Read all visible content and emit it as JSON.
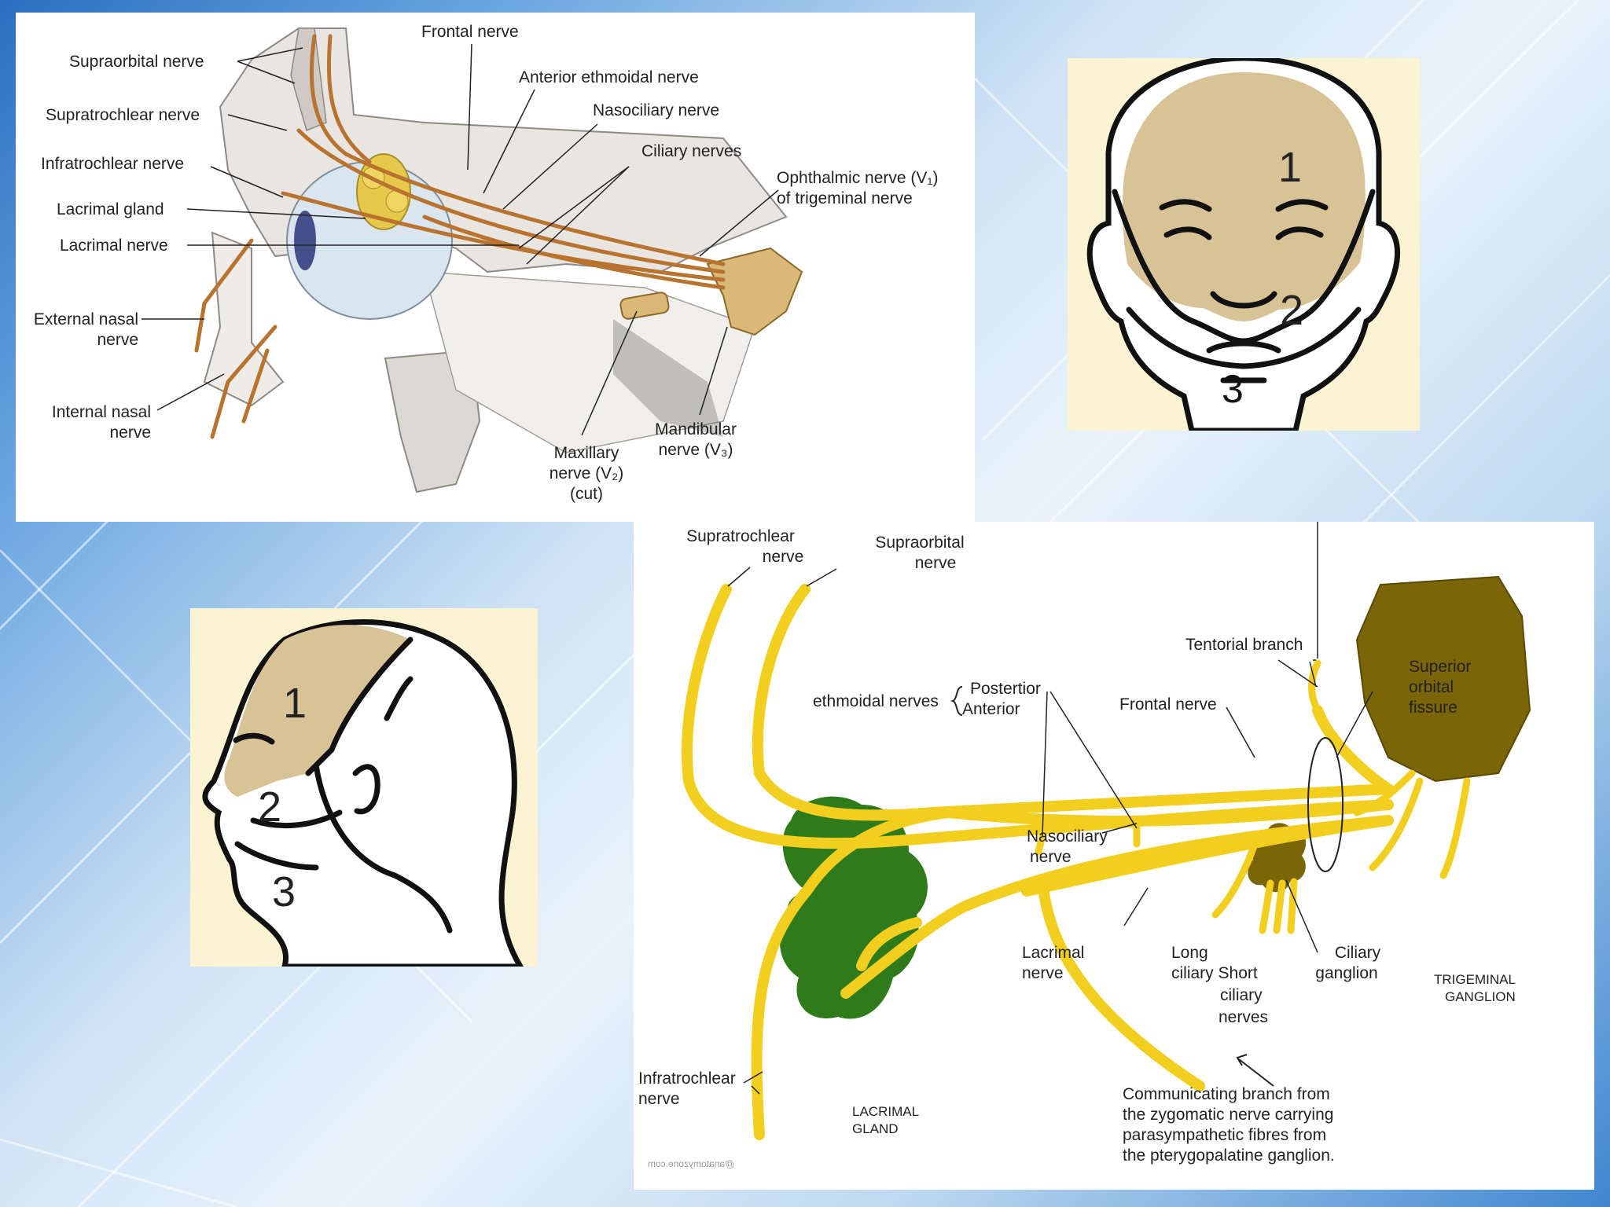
{
  "panel_orbit": {
    "labels": {
      "frontal": "Frontal nerve",
      "supraorbital": "Supraorbital nerve",
      "anterior_ethmoidal": "Anterior ethmoidal nerve",
      "nasociliary": "Nasociliary nerve",
      "supratrochlear": "Supratrochlear nerve",
      "ciliary": "Ciliary nerves",
      "infratrochlear": "Infratrochlear nerve",
      "ophthalmic_l1": "Ophthalmic nerve (V₁)",
      "ophthalmic_l2": "of trigeminal nerve",
      "lacrimal_gland": "Lacrimal gland",
      "lacrimal_nerve": "Lacrimal nerve",
      "external_nasal_l1": "External nasal",
      "external_nasal_l2": "nerve",
      "internal_nasal_l1": "Internal nasal",
      "internal_nasal_l2": "nerve",
      "mandibular_l1": "Mandibular",
      "mandibular_l2": "nerve (V₃)",
      "maxillary_l1": "Maxillary",
      "maxillary_l2": "nerve (V₂)",
      "maxillary_l3": "(cut)"
    }
  },
  "panel_face": {
    "n1": "1",
    "n2": "2",
    "n3": "3"
  },
  "panel_profile": {
    "n1": "1",
    "n2": "2",
    "n3": "3"
  },
  "panel_schematic": {
    "labels": {
      "supratrochlear_l1": "Supratrochlear",
      "supratrochlear_l2": "nerve",
      "supraorbital_l1": "Supraorbital",
      "supraorbital_l2": "nerve",
      "tentorial": "Tentorial branch",
      "superior_orbital_l1": "Superior",
      "superior_orbital_l2": "orbital",
      "superior_orbital_l3": "fissure",
      "ethmoidal": "ethmoidal nerves",
      "posterior": "Postertior",
      "anterior": "Anterior",
      "frontal": "Frontal nerve",
      "nasociliary_l1": "Nasociliary",
      "nasociliary_l2": "nerve",
      "lacrimal_nerve_l1": "Lacrimal",
      "lacrimal_nerve_l2": "nerve",
      "long_ciliary_l1": "Long",
      "long_ciliary_l2": "ciliary Short",
      "short_ciliary_l1": "ciliary",
      "short_ciliary_l2": "nerves",
      "ciliary_ganglion_l1": "Ciliary",
      "ciliary_ganglion_l2": "ganglion",
      "trigeminal_l1": "TRIGEMINAL",
      "trigeminal_l2": "GANGLION",
      "infratrochlear_l1": "Infratrochlear",
      "infratrochlear_l2": "nerve",
      "lacrimal_gland_l1": "LACRIMAL",
      "lacrimal_gland_l2": "GLAND",
      "communicating_l1": "Communicating branch from",
      "communicating_l2": "the zygomatic nerve carrying",
      "communicating_l3": "parasympathetic fibres from",
      "communicating_l4": "the pterygopalatine ganglion.",
      "watermark": "@anatomyzone.com"
    }
  },
  "colors": {
    "nerve_brown": "#b8732f",
    "nerve_yellow": "#f2cf1e",
    "gland_green": "#2f7a1a",
    "ganglion_olive": "#7a6508",
    "zone_tan": "#d8c396",
    "panel_cream": "#fbf3d2"
  }
}
